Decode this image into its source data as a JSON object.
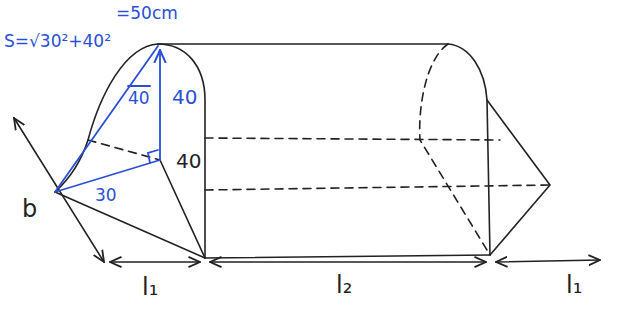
{
  "diagram": {
    "labels": [
      "S=√30²+40²",
      "=50cm",
      "40",
      "40",
      "40",
      "30",
      "b",
      "l₁",
      "l₂",
      "l₁"
    ]
  }
}
